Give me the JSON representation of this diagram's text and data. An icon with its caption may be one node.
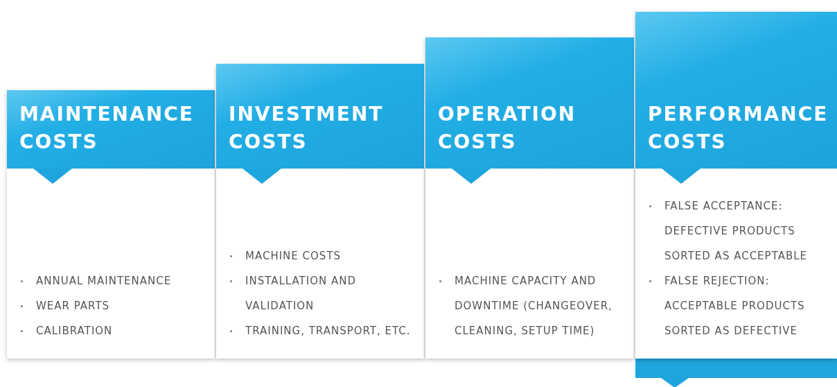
{
  "diagram": {
    "nodes": [
      {
        "text": [
          "MAINTENANCE COSTS",
          "ANNUAL MAINTENANCE",
          "WEAR PARTS",
          "CALIBRATION"
        ]
      },
      {
        "text": [
          "INVESTMENT COSTS",
          "MACHINE COSTS",
          "INSTALLATION AND VALIDATION",
          "TRAINING, TRANSPORT, ETC."
        ]
      },
      {
        "text": [
          "OPERATION COSTS",
          "MACHINE CAPACITY AND DOWNTIME (CHANGEOVER, CLEANING, SETUP TIME)"
        ]
      },
      {
        "text": [
          "PERFORMANCE COSTS",
          "FALSE ACCEPTANCE: DEFECTIVE PRODUCTS SORTED AS ACCEPTABLE",
          "FALSE REJECTION: ACCEPTABLE PRODUCTS SORTED AS DEFECTIVE"
        ]
      }
    ]
  }
}
